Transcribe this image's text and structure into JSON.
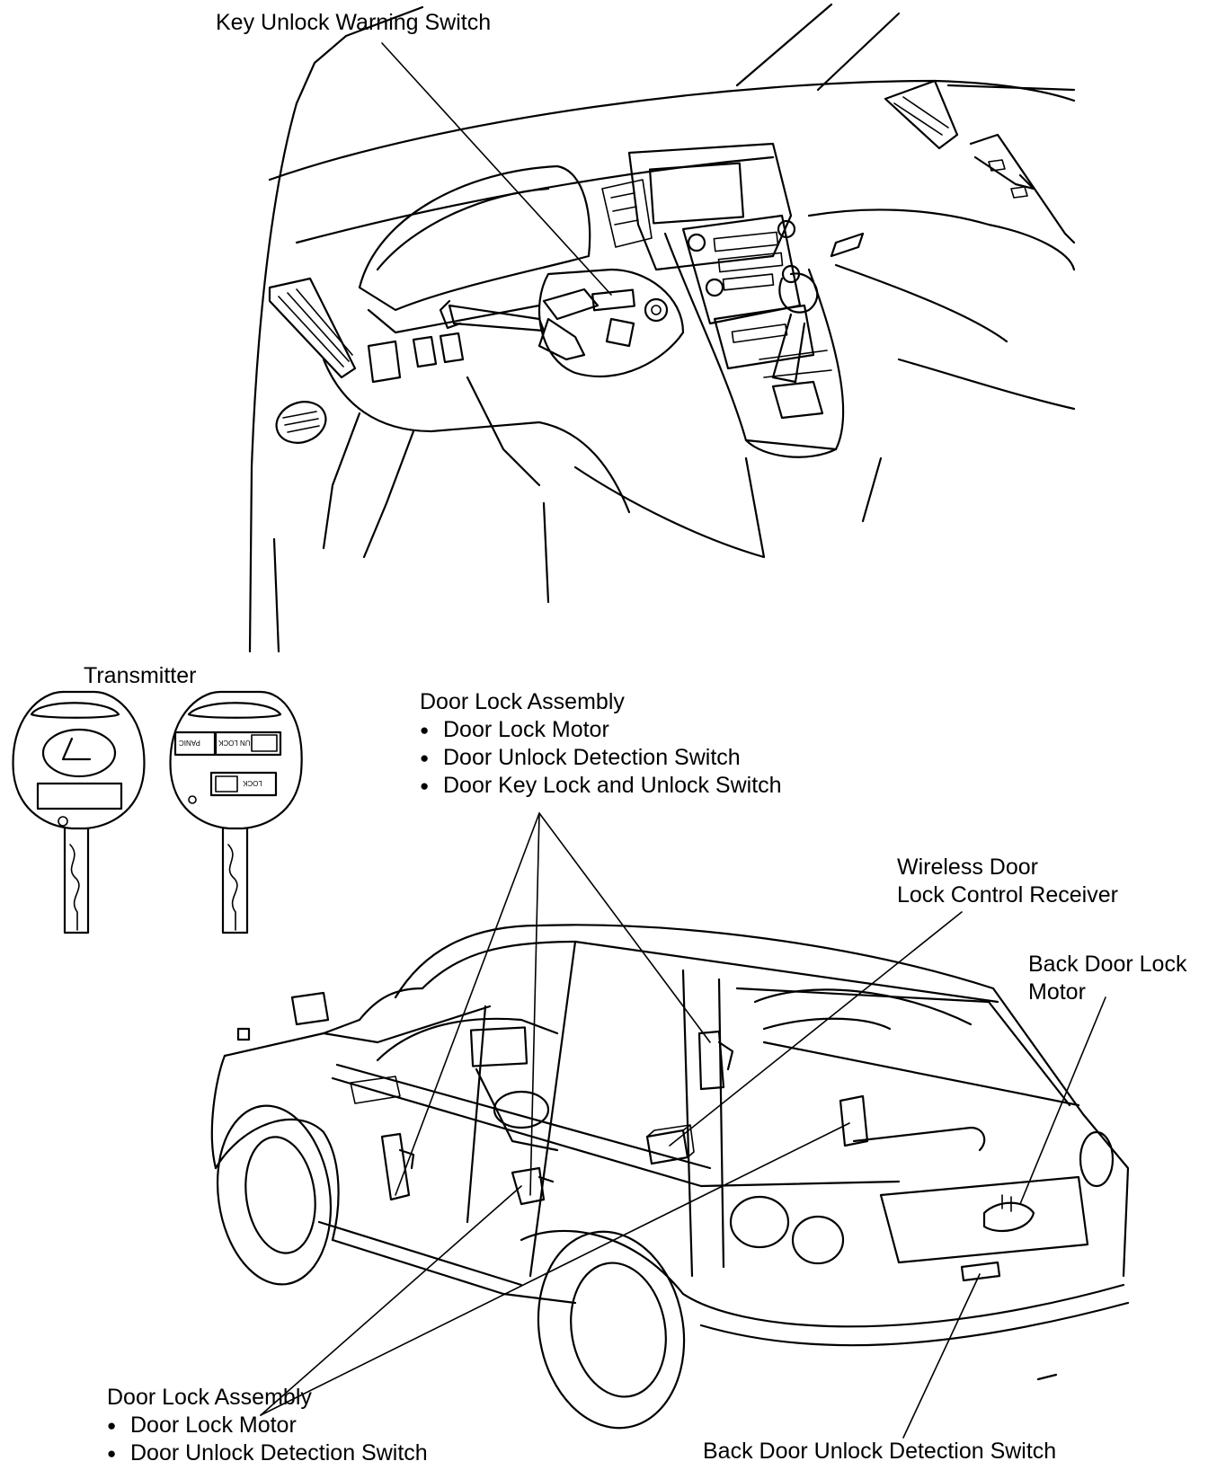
{
  "labels": {
    "key_unlock_warning_switch": "Key Unlock Warning Switch",
    "transmitter": "Transmitter",
    "door_lock_assembly_front": {
      "title": "Door Lock Assembly",
      "items": [
        "Door Lock Motor",
        "Door Unlock Detection Switch",
        "Door Key Lock and Unlock Switch"
      ]
    },
    "wireless_receiver": {
      "line1": "Wireless Door",
      "line2": "Lock Control Receiver"
    },
    "back_door_lock_motor": {
      "line1": "Back Door Lock",
      "line2": "Motor"
    },
    "door_lock_assembly_rear": {
      "title": "Door Lock Assembly",
      "items": [
        "Door Lock Motor",
        "Door Unlock Detection Switch"
      ]
    },
    "back_door_unlock_switch": "Back Door Unlock Detection Switch"
  },
  "transmitter_buttons": {
    "panic": "PANIC",
    "unlock": "UN LOCK",
    "lock": "LOCK"
  },
  "colors": {
    "ink": "#000000",
    "paper": "#ffffff"
  }
}
